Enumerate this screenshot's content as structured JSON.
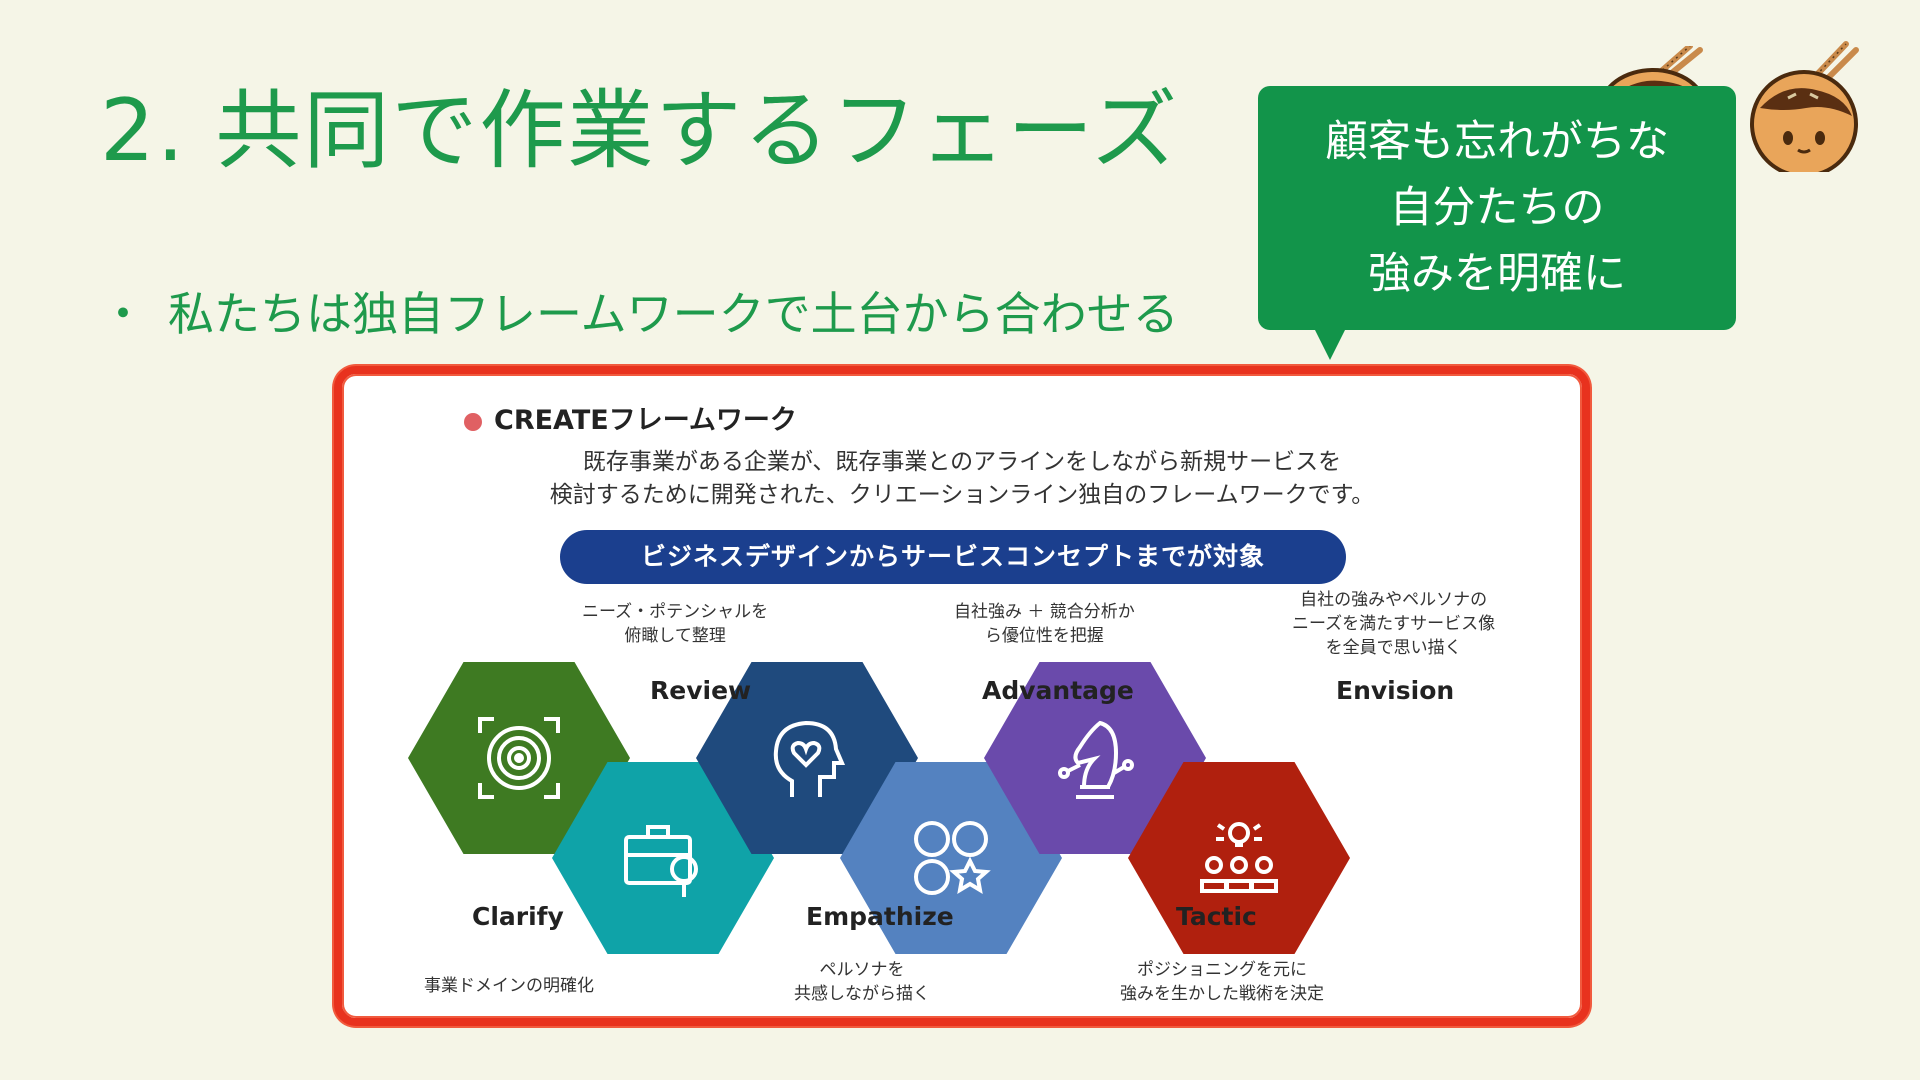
{
  "slide": {
    "title": "2. 共同で作業するフェーズ",
    "bullet_marker": "・",
    "bullet": "私たちは独自フレームワークで土台から合わせる"
  },
  "callout": {
    "lines": [
      "顧客も忘れがちな",
      "自分たちの",
      "強みを明確に"
    ]
  },
  "framework": {
    "heading": "CREATEフレームワーク",
    "desc_line1": "既存事業がある企業が、既存事業とのアラインをしながら新規サービスを",
    "desc_line2": "検討するために開発された、クリエーションライン独自のフレームワークです。",
    "banner": "ビジネスデザインからサービスコンセプトまでが対象",
    "stages": [
      {
        "label": "Clarify",
        "note": [
          "事業ドメインの明確化"
        ],
        "color": "#3e7a22",
        "icon": "target-icon"
      },
      {
        "label": "Review",
        "note": [
          "ニーズ・ポテンシャルを",
          "俯瞰して整理"
        ],
        "color": "#0fa3a8",
        "icon": "briefcase-search-icon"
      },
      {
        "label": "Empathize",
        "note": [
          "ペルソナを",
          "共感しながら描く"
        ],
        "color": "#1f4a7d",
        "icon": "head-heart-icon"
      },
      {
        "label": "Advantage",
        "note": [
          "自社強み ＋ 競合分析か",
          "ら優位性を把握"
        ],
        "color": "#5482c0",
        "icon": "circles-star-icon"
      },
      {
        "label": "Tactic",
        "note": [
          "ポジショニングを元に",
          "強みを生かした戦術を決定"
        ],
        "color": "#6a4aab",
        "icon": "chess-knight-icon"
      },
      {
        "label": "Envision",
        "note": [
          "自社の強みやペルソナの",
          "ニーズを満たすサービス像",
          "を全員で思い描く"
        ],
        "color": "#b0200e",
        "icon": "team-idea-icon"
      }
    ]
  }
}
